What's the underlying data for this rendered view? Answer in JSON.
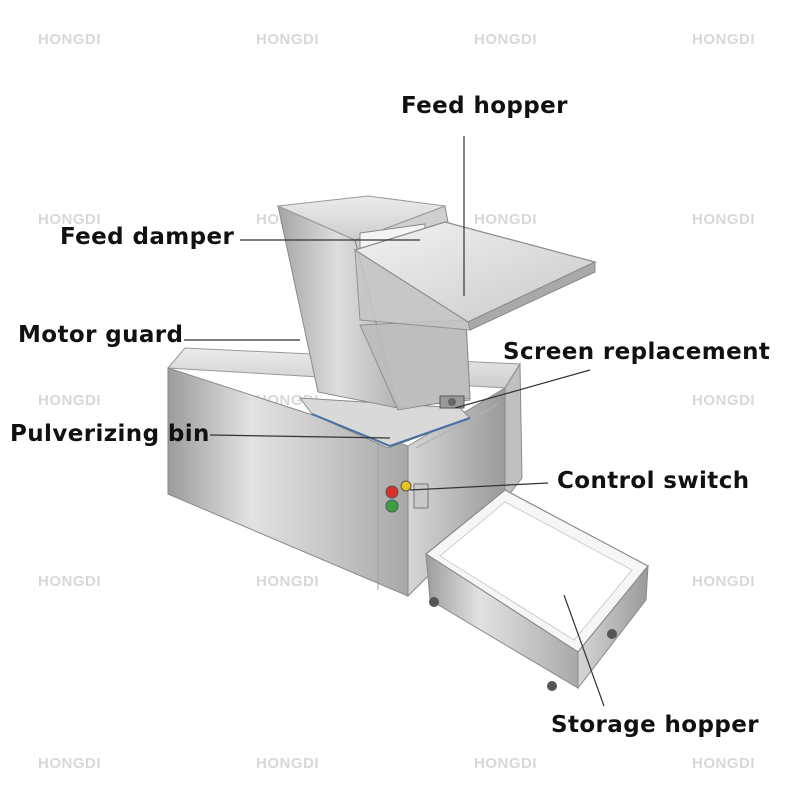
{
  "watermark": "HONGDI",
  "labels": {
    "feed_hopper": "Feed hopper",
    "feed_damper": "Feed damper",
    "motor_guard": "Motor guard",
    "screen_replacement": "Screen replacement",
    "pulverizing_bin": "Pulverizing bin",
    "control_switch": "Control switch",
    "storage_hopper": "Storage hopper"
  },
  "colors": {
    "steel_light": "#e6e6e6",
    "steel_mid": "#b9b9b9",
    "steel_dark": "#8c8c8c",
    "button_red": "#d8322a",
    "button_green": "#3aa043",
    "button_yellow": "#e8c21e"
  }
}
